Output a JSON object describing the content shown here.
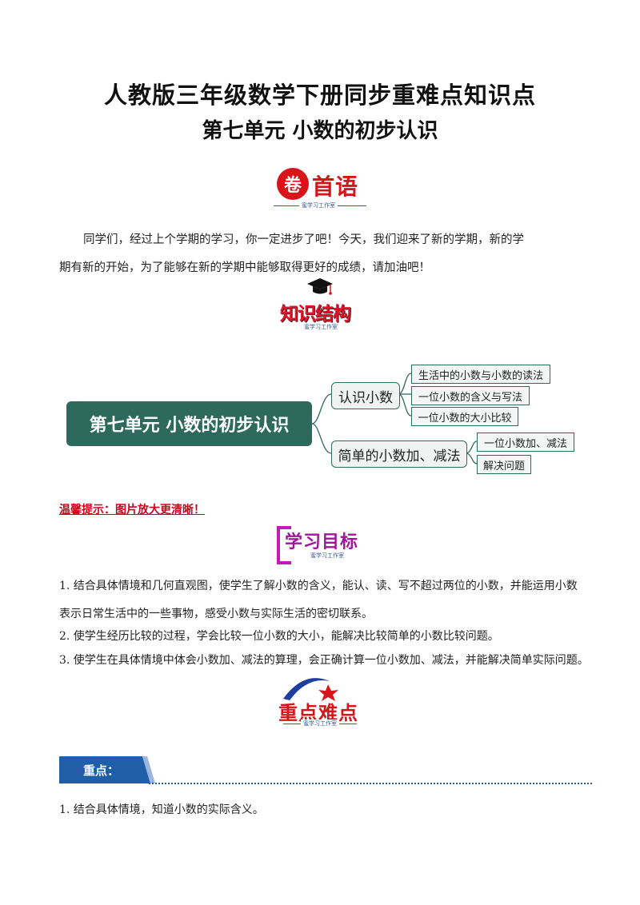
{
  "title": "人教版三年级数学下册同步重难点知识点",
  "subtitle": "第七单元  小数的初步认识",
  "badges": {
    "preface": {
      "mark": "卷",
      "text": "首语",
      "tagline": "蜜学习工作室"
    },
    "structure": {
      "text": "知识结构",
      "tagline": "蜜学习工作室"
    },
    "goals": {
      "text": "学习目标",
      "tagline": "蜜学习工作室"
    },
    "keypoints": {
      "text": "重点难点",
      "tagline": "蜜学习工作室"
    }
  },
  "intro": {
    "line1": "同学们，经过上个学期的学习，你一定进步了吧！今天，我们迎来了新的学期，新的学",
    "line2": "期有新的开始，为了能够在新的学期中能够取得更好的成绩，请加油吧！"
  },
  "mindmap": {
    "root": "第七单元 小数的初步认识",
    "branches": [
      {
        "label": "认识小数",
        "children": [
          "生活中的小数与小数的读法",
          "一位小数的含义与写法",
          "一位小数的大小比较"
        ]
      },
      {
        "label": "简单的小数加、减法",
        "children": [
          "一位小数加、减法",
          "解决问题"
        ]
      }
    ],
    "colors": {
      "root": "#2d6a5b",
      "border": "#2e6b5c"
    }
  },
  "tip": "温馨提示：图片放大更清晰！",
  "goals": {
    "g1a": "1. 结合具体情境和几何直观图，使学生了解小数的含义，能认、读、写不超过两位的小数，并能运用小数",
    "g1b": "表示日常生活中的一些事物，感受小数与实际生活的密切联系。",
    "g2": "2. 使学生经历比较的过程，学会比较一位小数的大小，能解决比较简单的小数比较问题。",
    "g3": "3. 使学生在具体情境中体会小数加、减法的算理，会正确计算一位小数加、减法，并能解决简单实际问题。"
  },
  "section": {
    "label": "重点：",
    "color": "#1f5fa8"
  },
  "point1": "1. 结合具体情境，知道小数的实际含义。"
}
